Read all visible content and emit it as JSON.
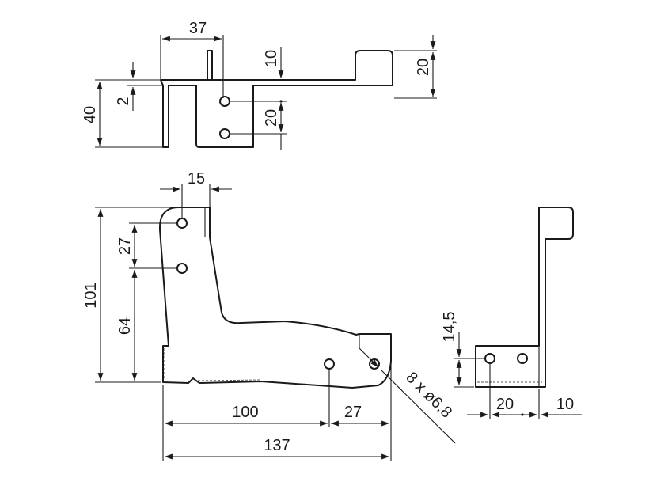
{
  "dimensions": {
    "top_width": "37",
    "top_tab_offset": "10",
    "top_flange_height": "20",
    "top_height": "40",
    "top_thickness": "2",
    "top_hole_pitch": "20",
    "front_top_tab": "15",
    "front_hole_pitch": "27",
    "front_height": "101",
    "front_hole_height": "64",
    "front_hole_x1": "100",
    "front_hole_x2": "27",
    "front_length": "137",
    "holes_note": "8 x ø6,8",
    "side_height": "14,5",
    "side_width": "20",
    "side_offset": "10"
  },
  "colors": {
    "line": "#1a1a1a",
    "background": "#ffffff"
  }
}
